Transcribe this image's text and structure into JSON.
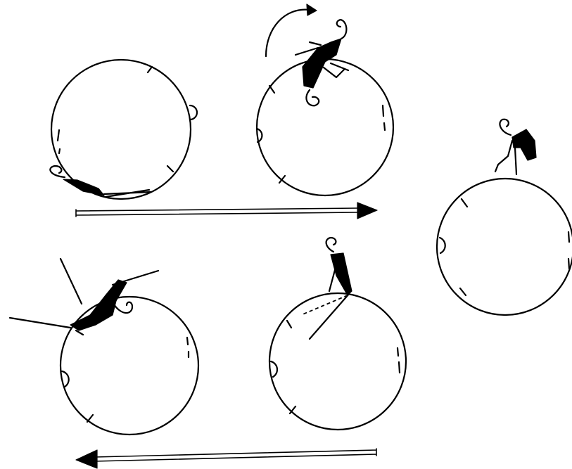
{
  "figure": {
    "panels": [
      {
        "id": "panel-1",
        "tumbler": "lying"
      },
      {
        "id": "panel-2",
        "tumbler": "rolling-forward"
      },
      {
        "id": "panel-3",
        "tumbler": "sitting-on-top"
      },
      {
        "id": "panel-4",
        "tumbler": "tipping-back"
      },
      {
        "id": "panel-5",
        "tumbler": "sprawled"
      }
    ],
    "arrows": [
      {
        "id": "arrow-top",
        "direction": "right"
      },
      {
        "id": "arrow-bottom",
        "direction": "left"
      }
    ],
    "ink_color": "#000000",
    "background_color": "#ffffff"
  }
}
